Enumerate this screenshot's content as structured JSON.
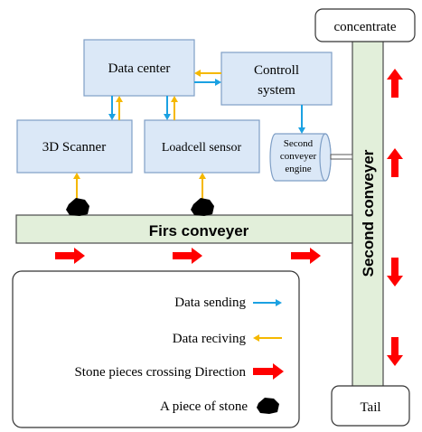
{
  "colors": {
    "box_fill": "#dbe8f7",
    "box_stroke": "#7f9fc6",
    "conveyor_fill": "#e2efda",
    "conveyor_stroke": "#4a4a4a",
    "send_arrow": "#1ba1e2",
    "receive_arrow": "#f5b800",
    "direction_arrow": "#ff0000",
    "stone": "#000000"
  },
  "nodes": {
    "data_center": "Data center",
    "control_system_line1": "Controll",
    "control_system_line2": "system",
    "scanner": "3D Scanner",
    "loadcell": "Loadcell sensor",
    "engine_line1": "Second",
    "engine_line2": "conveyer",
    "engine_line3": "engine",
    "first_conveyor": "Firs conveyer",
    "second_conveyor": "Second conveyer",
    "concentrate": "concentrate",
    "tail": "Tail"
  },
  "legend": {
    "data_sending": "Data sending",
    "data_receiving": "Data reciving",
    "direction": "Stone pieces crossing Direction",
    "stone": "A piece of stone"
  }
}
